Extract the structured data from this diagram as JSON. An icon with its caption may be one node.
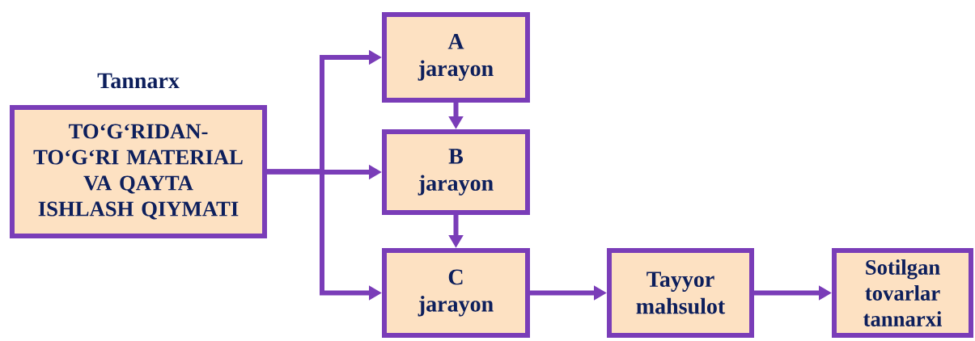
{
  "diagram": {
    "nodes": [
      {
        "text": [
          "Tannarx",
          "TO‘G‘RIDAN-TO‘G‘RI MATERIAL VA QAYTA ISHLASH QIYMATI"
        ]
      },
      {
        "text": [
          "A jarayon"
        ]
      },
      {
        "text": [
          "B jarayon"
        ]
      },
      {
        "text": [
          "C jarayon"
        ]
      },
      {
        "text": [
          "Tayyor mahsulot"
        ]
      },
      {
        "text": [
          "Sotilgan tovarlar tannarxi"
        ]
      }
    ],
    "edges": [
      {
        "from": 0,
        "to": 1,
        "arrow": "to"
      },
      {
        "from": 0,
        "to": 2,
        "arrow": "to"
      },
      {
        "from": 0,
        "to": 3,
        "arrow": "to"
      },
      {
        "from": 1,
        "to": 2,
        "arrow": "to"
      },
      {
        "from": 2,
        "to": 3,
        "arrow": "to"
      },
      {
        "from": 3,
        "to": 4,
        "arrow": "to"
      },
      {
        "from": 4,
        "to": 5,
        "arrow": "to"
      }
    ]
  }
}
